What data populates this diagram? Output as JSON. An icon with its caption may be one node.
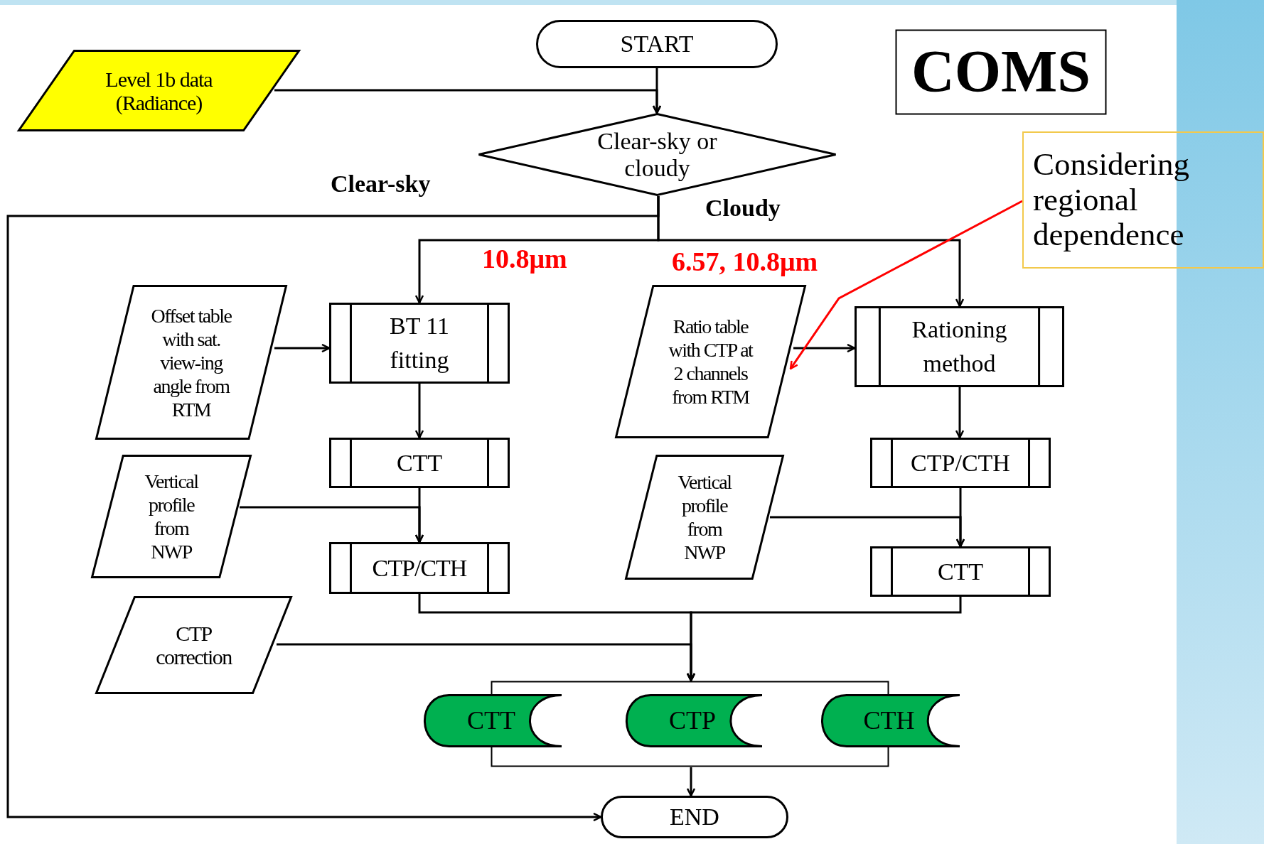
{
  "diagram": {
    "nodes": [
      {
        "text": [
          "START"
        ]
      },
      {
        "text": [
          "Level 1b data (Radiance)"
        ]
      },
      {
        "text": [
          "COMS"
        ]
      },
      {
        "text": [
          "Clear-sky or cloudy"
        ]
      },
      {
        "text": [
          "Considering regional dependence"
        ]
      },
      {
        "text": [
          "Offset table with sat. view-ing angle from RTM"
        ]
      },
      {
        "text": [
          "BT 11 fitting"
        ]
      },
      {
        "text": [
          "Ratio table with CTP at 2 channels from RTM"
        ]
      },
      {
        "text": [
          "Rationing method"
        ]
      },
      {
        "text": [
          "CTT"
        ]
      },
      {
        "text": [
          "CTP/CTH"
        ]
      },
      {
        "text": [
          "Vertical profile from NWP"
        ]
      },
      {
        "text": [
          "Vertical profile from NWP"
        ]
      },
      {
        "text": [
          "CTP/CTH"
        ]
      },
      {
        "text": [
          "CTT"
        ]
      },
      {
        "text": [
          "CTP correction"
        ]
      },
      {
        "text": [],
        "shape": "box"
      },
      {
        "text": [
          "CTT"
        ]
      },
      {
        "text": [
          "CTP"
        ],
        "in": 16
      },
      {
        "text": [
          "CTH"
        ]
      },
      {
        "text": [
          "END"
        ]
      }
    ],
    "edges": [
      {
        "from": 0,
        "to": 3,
        "arrow": "to"
      },
      {
        "from": 1,
        "to": 3,
        "arrow": "to"
      },
      {
        "from": 3,
        "to": 6,
        "arrow": "to",
        "label": "10.8μm"
      },
      {
        "from": 3,
        "to": 8,
        "arrow": "to",
        "label": "6.57, 10.8μm"
      },
      {
        "from": 3,
        "to": 20,
        "arrow": "to",
        "label": "Clear-sky"
      },
      {
        "from": 5,
        "to": 6,
        "arrow": "to"
      },
      {
        "from": 6,
        "to": 9,
        "arrow": "to"
      },
      {
        "from": 9,
        "to": 13,
        "arrow": "to"
      },
      {
        "from": 11,
        "to": 13,
        "arrow": "to"
      },
      {
        "from": 7,
        "to": 8,
        "arrow": "to"
      },
      {
        "from": 8,
        "to": 10,
        "arrow": "to"
      },
      {
        "from": 10,
        "to": 14,
        "arrow": "to"
      },
      {
        "from": 12,
        "to": 14,
        "arrow": "to"
      },
      {
        "from": 13,
        "to": 16,
        "arrow": "to"
      },
      {
        "from": 14,
        "to": 16,
        "arrow": "to"
      },
      {
        "from": 15,
        "to": 16,
        "arrow": "to"
      },
      {
        "from": 16,
        "to": 20,
        "arrow": "to"
      },
      {
        "from": 4,
        "to": 7,
        "arrow": "to",
        "color": "#ff0000"
      }
    ],
    "labels": [
      "Cloudy"
    ]
  }
}
